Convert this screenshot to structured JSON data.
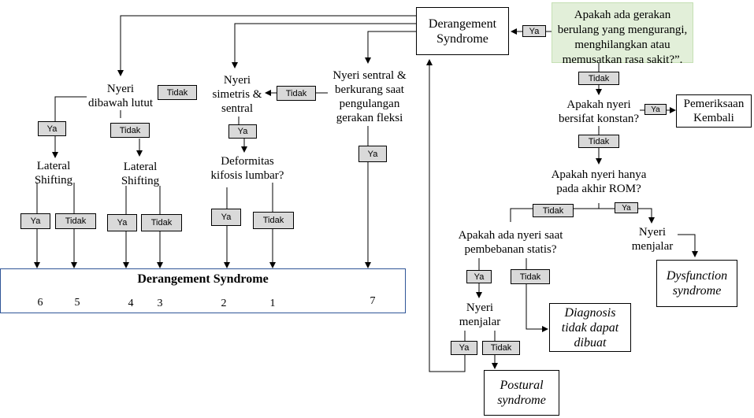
{
  "start_question": [
    "Apakah ada gerakan",
    "berulang yang mengurangi,",
    "menghilangkan atau",
    "memusatkan rasa sakit?”."
  ],
  "top_box": [
    "Derangement",
    "Syndrome"
  ],
  "q_konstan": [
    "Apakah nyeri",
    "bersifat konstan?"
  ],
  "pemeriksaan": [
    "Pemeriksaan",
    "Kembali"
  ],
  "q_akhir_rom": [
    "Apakah nyeri hanya",
    "pada akhir ROM?"
  ],
  "q_statis": [
    "Apakah ada nyeri saat",
    "pembebanan statis?"
  ],
  "nyeri_menjalar_a": [
    "Nyeri",
    "menjalar"
  ],
  "nyeri_menjalar_b": [
    "Nyeri",
    "menjalar"
  ],
  "dysfunction": [
    "Dysfunction",
    "syndrome"
  ],
  "diagnosis": [
    "Diagnosis",
    "tidak dapat",
    "dibuat"
  ],
  "postural": [
    "Postural",
    "syndrome"
  ],
  "q_sentral_fleksi": [
    "Nyeri sentral &",
    "berkurang saat",
    "pengulangan",
    "gerakan fleksi"
  ],
  "q_simetris": [
    "Nyeri",
    "simetris &",
    "sentral"
  ],
  "q_lutut": [
    "Nyeri",
    "dibawah lutut"
  ],
  "q_kifosis": [
    "Deformitas",
    "kifosis lumbar?"
  ],
  "lateral_a": [
    "Lateral",
    "Shifting"
  ],
  "lateral_b": [
    "Lateral",
    "Shifting"
  ],
  "main_box_title": "Derangement Syndrome",
  "outcome_numbers": [
    "6",
    "5",
    "4",
    "3",
    "2",
    "1",
    "7"
  ],
  "labels": {
    "ya": "Ya",
    "tidak": "Tidak"
  }
}
